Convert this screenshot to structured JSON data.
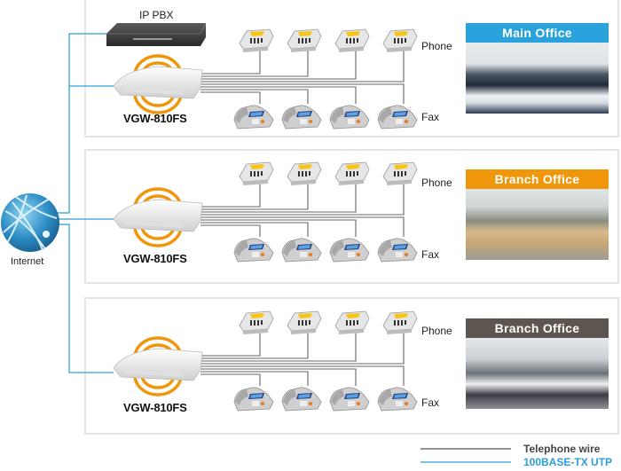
{
  "diagram": {
    "title_pbx": "IP PBX",
    "internet_label": "Internet",
    "sites": [
      {
        "name": "Main Office",
        "header_color": "#2aa3dc",
        "gateway_label": "VGW-810FS",
        "phone_label": "Phone",
        "fax_label": "Fax",
        "has_pbx": true,
        "photo": "open-plan-office-with-monitors"
      },
      {
        "name": "Branch Office",
        "header_color": "#f0960a",
        "gateway_label": "VGW-810FS",
        "phone_label": "Phone",
        "fax_label": "Fax",
        "has_pbx": false,
        "photo": "office-with-wooden-desks"
      },
      {
        "name": "Branch Office",
        "header_color": "#5d5550",
        "gateway_label": "VGW-810FS",
        "phone_label": "Phone",
        "fax_label": "Fax",
        "has_pbx": false,
        "photo": "modern-white-office"
      }
    ],
    "phones_per_site": 4,
    "fax_per_site": 4,
    "legend": [
      {
        "label": "Telephone wire",
        "color": "#555555"
      },
      {
        "label": "100BASE-TX UTP",
        "color": "#2a9fd6"
      }
    ],
    "colors": {
      "utp": "#2a9fd6",
      "telephone": "#666666",
      "ring": "#f0960a"
    }
  }
}
